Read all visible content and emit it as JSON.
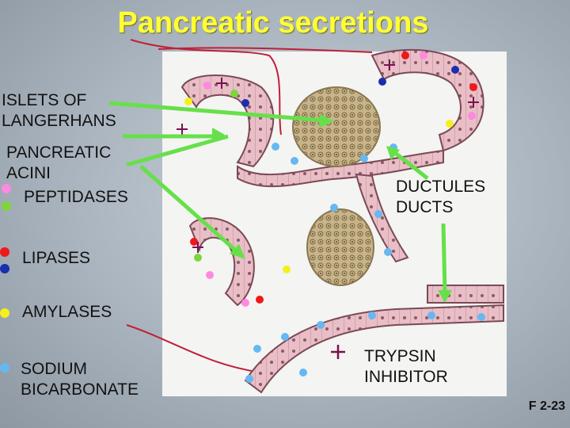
{
  "title": "Pancreatic secretions",
  "labels": {
    "islets": "ISLETS OF\nLANGERHANS",
    "acini": "PANCREATIC\nACINI",
    "peptidases": "PEPTIDASES",
    "lipases": "LIPASES",
    "amylases": "AMYLASES",
    "bicarbonate": "SODIUM\nBICARBONATE",
    "ductules": "DUCTULES\nDUCTS",
    "trypsin": "TRYPSIN\nINHIBITOR",
    "figure": "F 2-23"
  },
  "colors": {
    "title": "#ffff33",
    "arrow": "#66e04a",
    "peptidase_pink": "#ff88e0",
    "peptidase_green": "#7cd63a",
    "lipase_red": "#f01818",
    "lipase_blue": "#1a2eb0",
    "amylase_yellow": "#f4f01c",
    "bicarbonate_lightblue": "#66b8f0",
    "trypsin_inhibitor": "#7a1050"
  }
}
